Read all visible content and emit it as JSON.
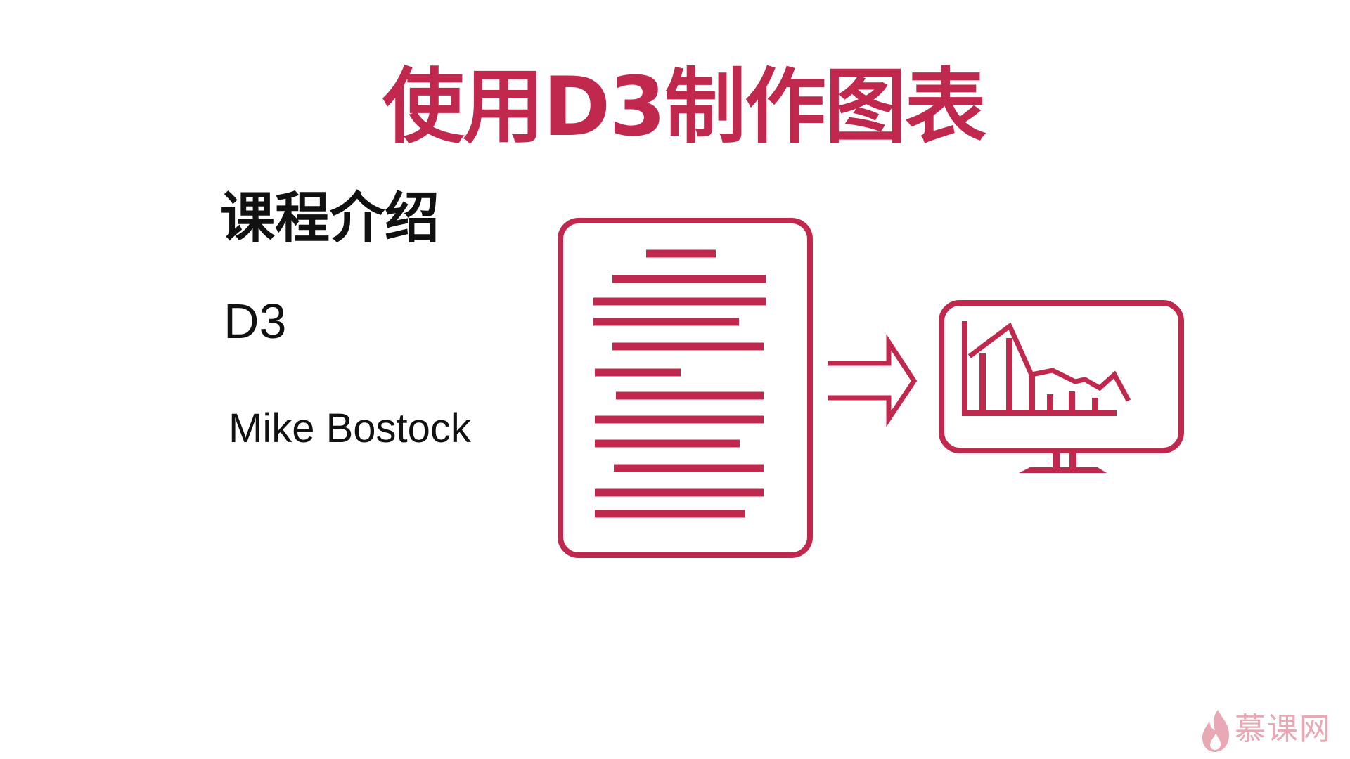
{
  "slide": {
    "title": "使用D3制作图表",
    "section_heading": "课程介绍",
    "keyword": "D3",
    "author": "Mike Bostock"
  },
  "branding": {
    "logo_text": "慕课网"
  },
  "colors": {
    "accent": "#c0284e",
    "text": "#111111",
    "logo": "#e9a9b4"
  },
  "icons": [
    "document-icon",
    "arrow-right-icon",
    "monitor-chart-icon",
    "flame-logo-icon"
  ]
}
